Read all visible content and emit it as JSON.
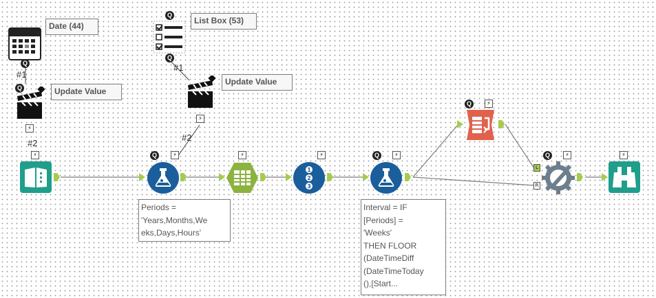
{
  "interface_tools": {
    "date": {
      "label": "Date (44)",
      "connection_ref": "#1"
    },
    "list_box": {
      "label": "List Box (53)",
      "connection_ref": "#1"
    },
    "update_value_1": {
      "label": "Update Value",
      "connection_ref": "#2"
    },
    "update_value_2": {
      "label": "Update Value",
      "connection_ref": "#2"
    }
  },
  "badges": {
    "question": "Q",
    "lightning": "⚡",
    "anchor_left": "L",
    "anchor_right": "R"
  },
  "workflow_tools": [
    {
      "id": "text-input",
      "icon": "book-icon",
      "color": "#1f9e8b"
    },
    {
      "id": "formula-1",
      "icon": "flask-icon",
      "color": "#1a5e9c"
    },
    {
      "id": "generate-rows",
      "icon": "table-icon",
      "color": "#8cb23f"
    },
    {
      "id": "record-id",
      "icon": "numbered-list-icon",
      "color": "#1a5e9c"
    },
    {
      "id": "formula-2",
      "icon": "flask-icon",
      "color": "#1a5e9c"
    },
    {
      "id": "summarize",
      "icon": "sort-icon",
      "color": "#e1614c"
    },
    {
      "id": "join",
      "icon": "gear-pencil-icon",
      "color": "#6d7e8c"
    },
    {
      "id": "browse",
      "icon": "binoculars-icon",
      "color": "#1f9e8b"
    }
  ],
  "annotations": {
    "formula_1": "Periods =\n'Years,Months,We\neks,Days,Hours'",
    "formula_2": "Interval = IF\n[Periods] =\n'Weeks'\nTHEN FLOOR\n(DateTimeDiff\n(DateTimeToday\n(),[Start..."
  }
}
